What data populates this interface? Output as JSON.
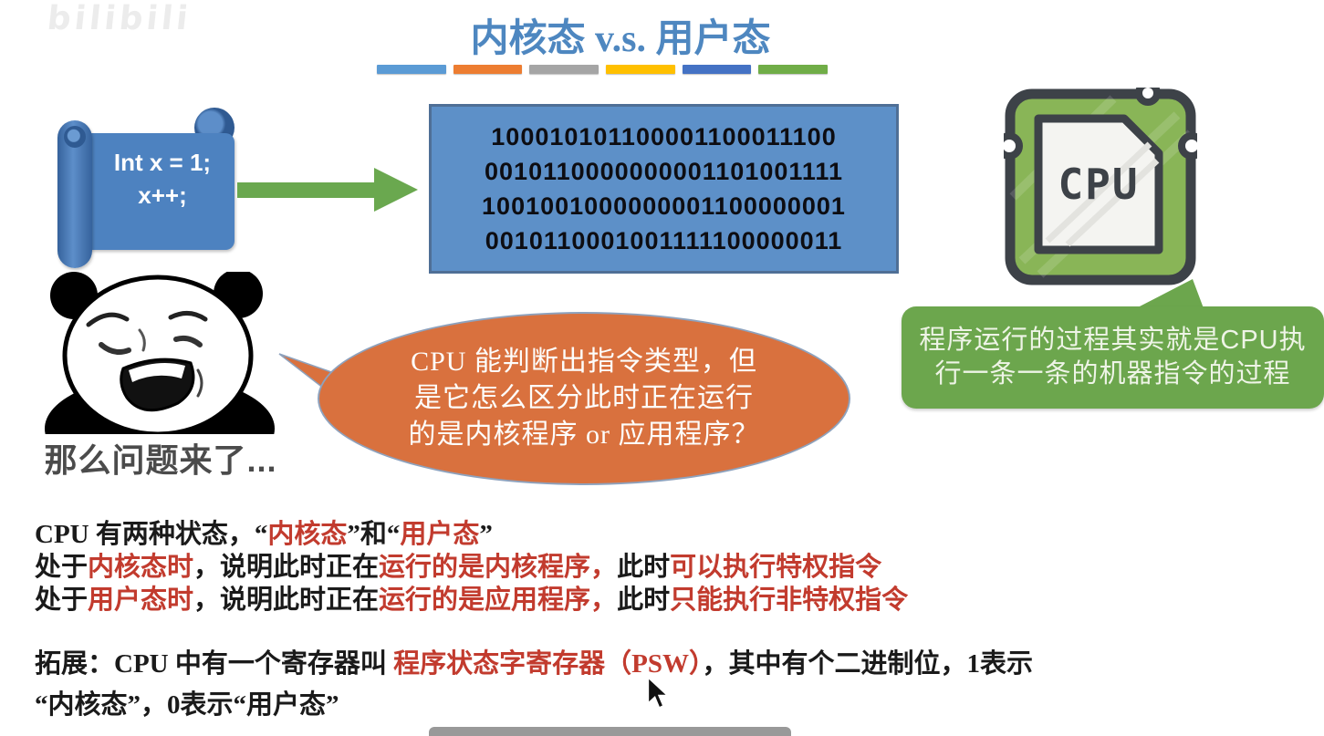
{
  "watermark": {
    "text": "bilibili"
  },
  "header": {
    "title": "内核态 v.s. 用户态",
    "divider_colors": [
      "#5b9bd5",
      "#ed7d31",
      "#a5a5a5",
      "#ffc000",
      "#4472c4",
      "#70ad47"
    ]
  },
  "code_scroll": {
    "lines": [
      "Int x = 1;",
      "x++;"
    ]
  },
  "binary_box": {
    "lines": [
      "100010101100001100011100",
      "0010110000000001101001111",
      "1001001000000001100000001",
      "0010110001001111100000011"
    ]
  },
  "cpu_chip": {
    "label": "CPU"
  },
  "cpu_bubble": {
    "text": "程序运行的过程其实就是CPU执行一条一条的机器指令的过程",
    "lines": [
      "程序运行的过程其实就是CPU执",
      "行一条一条的机器指令的过程"
    ]
  },
  "panda": {
    "caption": "那么问题来了..."
  },
  "question_bubble": {
    "text": "CPU 能判断出指令类型，但是它怎么区分此时正在运行的是内核程序 or 应用程序？",
    "lines": [
      "CPU 能判断出指令类型，但",
      "是它怎么区分此时正在运行",
      "的是内核程序 or 应用程序？"
    ]
  },
  "body_text": {
    "para1": [
      {
        "segments": [
          {
            "t": "CPU 有两种状态，“",
            "c": "k"
          },
          {
            "t": "内核态",
            "c": "r"
          },
          {
            "t": "”和“",
            "c": "k"
          },
          {
            "t": "用户态",
            "c": "r"
          },
          {
            "t": "”",
            "c": "k"
          }
        ]
      },
      {
        "segments": [
          {
            "t": "处于",
            "c": "k"
          },
          {
            "t": "内核态时",
            "c": "r"
          },
          {
            "t": "，说明此时正在",
            "c": "k"
          },
          {
            "t": "运行的是内核程序，",
            "c": "r"
          },
          {
            "t": "此时",
            "c": "k"
          },
          {
            "t": "可以执行特权指令",
            "c": "r"
          }
        ]
      },
      {
        "segments": [
          {
            "t": "处于",
            "c": "k"
          },
          {
            "t": "用户态时",
            "c": "r"
          },
          {
            "t": "，说明此时正在",
            "c": "k"
          },
          {
            "t": "运行的是应用程序，",
            "c": "r"
          },
          {
            "t": "此时",
            "c": "k"
          },
          {
            "t": "只能执行非特权指令",
            "c": "r"
          }
        ]
      }
    ],
    "para2": [
      {
        "segments": [
          {
            "t": "拓展：CPU 中有一个寄存器叫 ",
            "c": "k"
          },
          {
            "t": "程序状态字寄存器（PSW）",
            "c": "r"
          },
          {
            "t": "，其中有个二进制位，1表示",
            "c": "k"
          }
        ]
      },
      {
        "segments": [
          {
            "t": "“内核态”，0表示“用户态”",
            "c": "k"
          }
        ]
      }
    ]
  },
  "colors": {
    "title_blue": "#4e87c0",
    "box_blue": "#5d90c8",
    "scroll_blue": "#4d82c0",
    "arrow_green": "#6aa84f",
    "bubble_green": "#6ca64d",
    "bubble_orange": "#d9713e",
    "chip_green": "#89b557",
    "chip_outline": "#3d4248",
    "red_text": "#c23b2e"
  }
}
